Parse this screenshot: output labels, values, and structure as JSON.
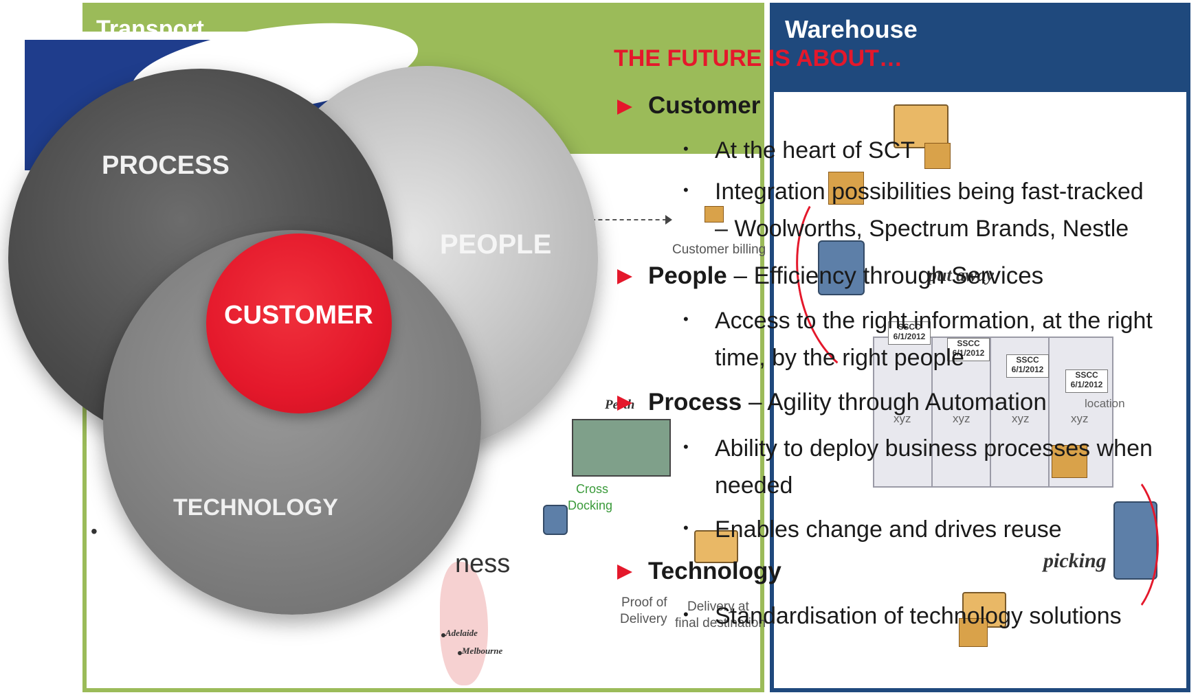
{
  "panels": {
    "transport_title": "Transport",
    "warehouse_title": "Warehouse"
  },
  "venn": {
    "process": "PROCESS",
    "people": "PEOPLE",
    "customer": "CUSTOMER",
    "technology": "TECHNOLOGY"
  },
  "future": {
    "title": "THE FUTURE IS ABOUT…",
    "sections": [
      {
        "heading": "Customer",
        "tail": "",
        "bullets": [
          "At the heart of SCT",
          "Integration possibilities being fast-tracked",
          "– Woolworths, Spectrum Brands, Nestle"
        ]
      },
      {
        "heading": "People",
        "tail": " – Efficiency through Services",
        "bullets": [
          "Access to the right information, at the right",
          "time, by the right people"
        ]
      },
      {
        "heading": "Process",
        "tail": " – Agility through Automation",
        "bullets": [
          "Ability to deploy business processes when",
          "needed",
          "Enables change and drives reuse"
        ]
      },
      {
        "heading": "Technology",
        "tail": "",
        "bullets": [
          "Standardisation of technology solutions"
        ]
      }
    ]
  },
  "transport_diagram": {
    "customer_billing": "Customer billing",
    "cross_docking_1": "Cross",
    "cross_docking_2": "Docking",
    "perth": "Perth",
    "proof_1": "Proof of",
    "proof_2": "Delivery",
    "delivery_1": "Delivery at",
    "delivery_2": "final destination",
    "adelaide": "Adelaide",
    "melbourne": "Melbourne",
    "frag_ness": "ness",
    "frag_bullet": "•"
  },
  "warehouse_diagram": {
    "put_away": "put away",
    "picking": "picking",
    "sscc": "SSCC",
    "date": "6/1/2012",
    "location": "location",
    "xyz": "xyz"
  },
  "colors": {
    "transport_green": "#9bbb59",
    "warehouse_blue": "#1f497d",
    "accent_red": "#e4182b"
  }
}
